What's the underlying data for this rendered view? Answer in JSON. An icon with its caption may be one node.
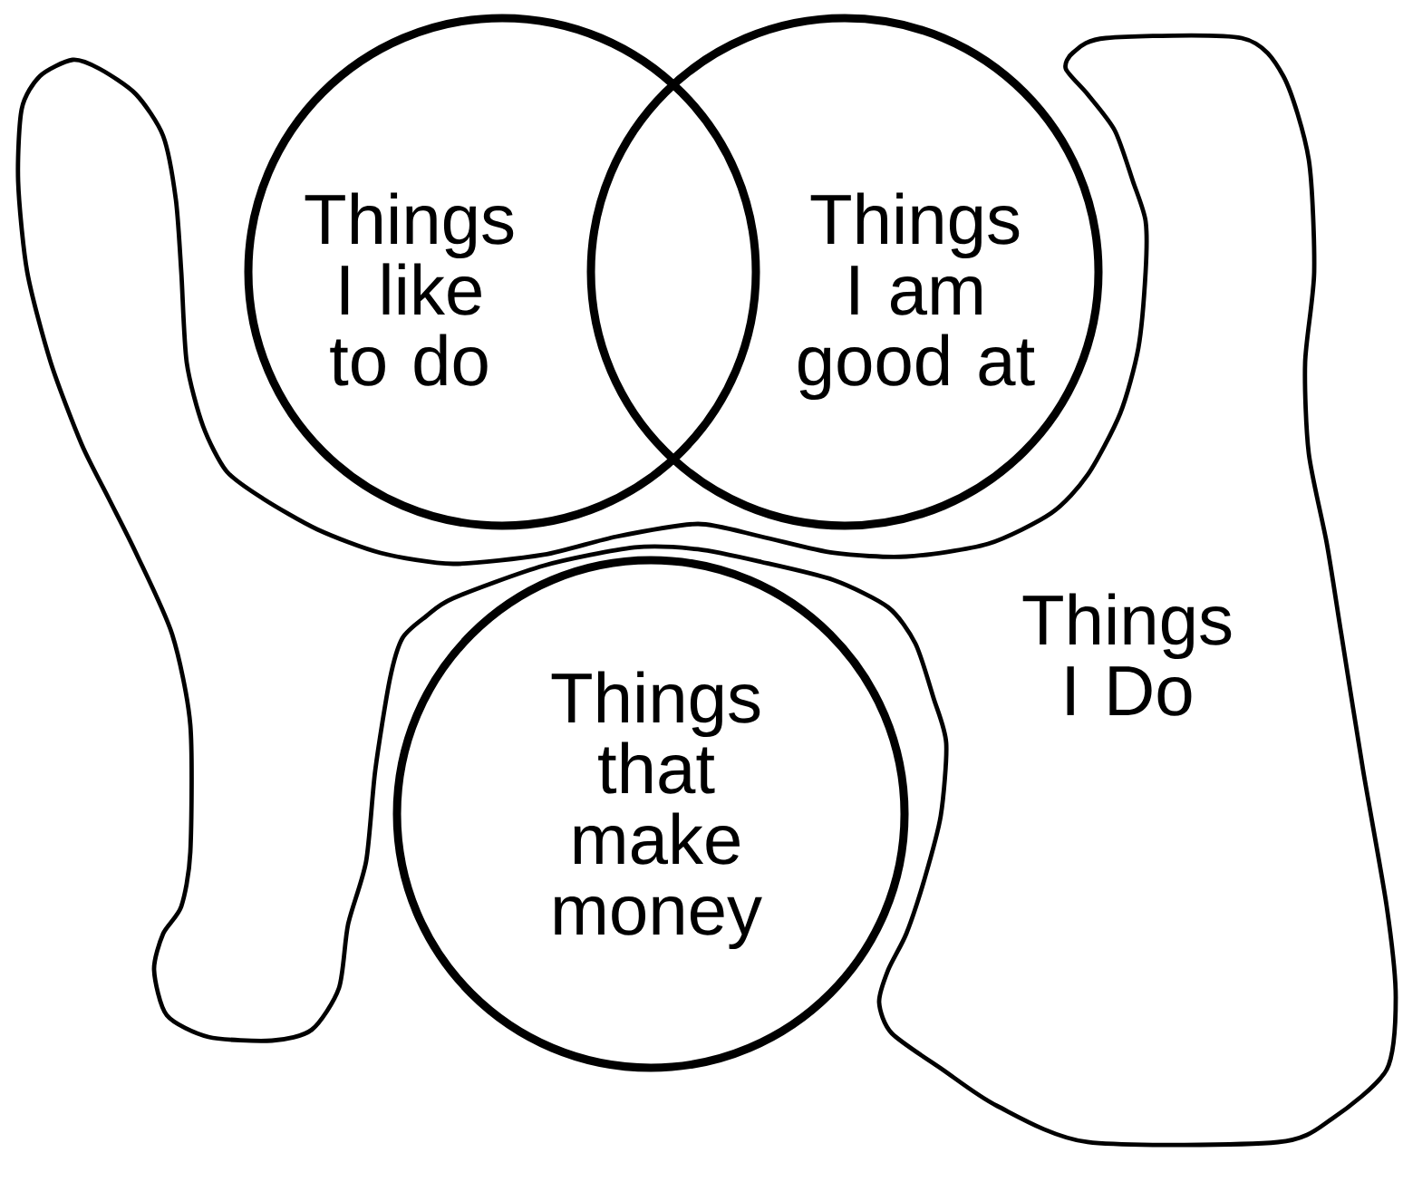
{
  "diagram": {
    "nodes": [
      {
        "text": [
          "Things I like to do"
        ]
      },
      {
        "text": [
          "Things I am good at"
        ]
      },
      {
        "text": [
          "Things that make money"
        ]
      },
      {
        "text": [
          "Things I Do"
        ]
      }
    ]
  }
}
